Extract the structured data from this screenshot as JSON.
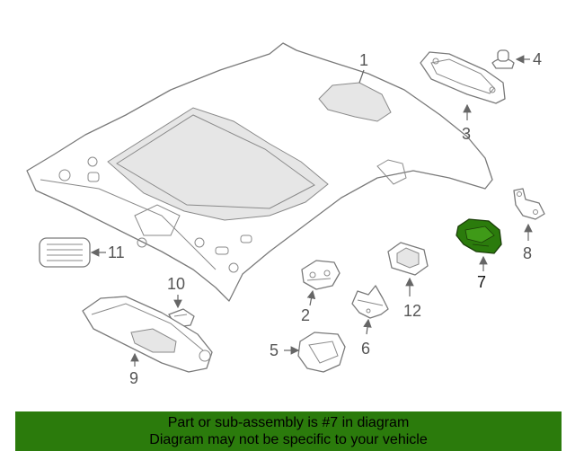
{
  "callouts": {
    "c1": "1",
    "c2": "2",
    "c3": "3",
    "c4": "4",
    "c5": "5",
    "c6": "6",
    "c7": "7",
    "c8": "8",
    "c9": "9",
    "c10": "10",
    "c11": "11",
    "c12": "12"
  },
  "highlight_color": "#2b7b0c",
  "banner": {
    "line1": "Part or sub-assembly is #7 in diagram",
    "line2": "Diagram may not be specific to your vehicle"
  }
}
